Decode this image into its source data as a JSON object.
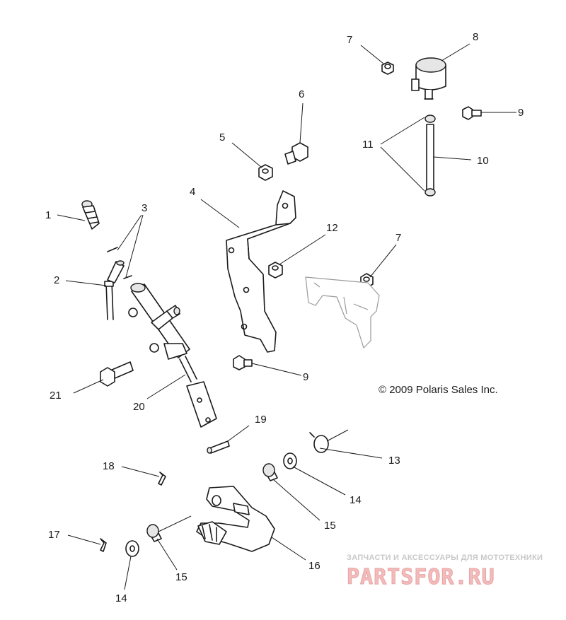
{
  "callouts": [
    {
      "id": "c1",
      "label": "1"
    },
    {
      "id": "c2",
      "label": "2"
    },
    {
      "id": "c3",
      "label": "3"
    },
    {
      "id": "c4",
      "label": "4"
    },
    {
      "id": "c5",
      "label": "5"
    },
    {
      "id": "c6",
      "label": "6"
    },
    {
      "id": "c7a",
      "label": "7"
    },
    {
      "id": "c7b",
      "label": "7"
    },
    {
      "id": "c8",
      "label": "8"
    },
    {
      "id": "c9a",
      "label": "9"
    },
    {
      "id": "c9b",
      "label": "9"
    },
    {
      "id": "c10",
      "label": "10"
    },
    {
      "id": "c11",
      "label": "11"
    },
    {
      "id": "c12",
      "label": "12"
    },
    {
      "id": "c13",
      "label": "13"
    },
    {
      "id": "c14a",
      "label": "14"
    },
    {
      "id": "c14b",
      "label": "14"
    },
    {
      "id": "c15a",
      "label": "15"
    },
    {
      "id": "c15b",
      "label": "15"
    },
    {
      "id": "c16",
      "label": "16"
    },
    {
      "id": "c17",
      "label": "17"
    },
    {
      "id": "c18",
      "label": "18"
    },
    {
      "id": "c19",
      "label": "19"
    },
    {
      "id": "c20",
      "label": "20"
    },
    {
      "id": "c21",
      "label": "21"
    }
  ],
  "copyright": "© 2009 Polaris Sales Inc.",
  "watermark": {
    "tagline": "ЗАПЧАСТИ И АКСЕССУАРЫ ДЛЯ МОТОТЕХНИКИ",
    "logo": "PARTSFOR.RU"
  }
}
